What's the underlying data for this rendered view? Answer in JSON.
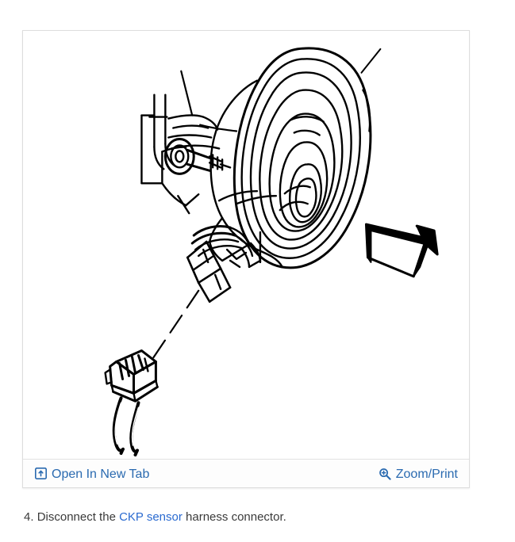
{
  "figure": {
    "alt": "Crankshaft position sensor and harness connector exploded view",
    "toolbar": {
      "open_new_tab": {
        "label": "Open In New Tab",
        "icon": "open-in-new-tab-icon"
      },
      "zoom_print": {
        "label": "Zoom/Print",
        "icon": "magnifier-plus-icon"
      }
    },
    "diagram": {
      "parts": [
        "crankshaft-pulley",
        "mounting-bracket",
        "bracket-bolt",
        "ckp-sensor-body",
        "harness-connector",
        "harness-wires",
        "callout-arrow",
        "leader-line"
      ]
    }
  },
  "caption": {
    "step_number": "4.",
    "text_before": "Disconnect the",
    "link_text": "CKP sensor",
    "text_after": "harness connector.",
    "full": "4. Disconnect the CKP sensor harness connector."
  },
  "colors": {
    "link": "#2a6ad0",
    "toolbar_link": "#2a6ab0",
    "text": "#3a3a3a",
    "border": "#dddddd",
    "line_art": "#000000",
    "page_background": "#ffffff"
  }
}
